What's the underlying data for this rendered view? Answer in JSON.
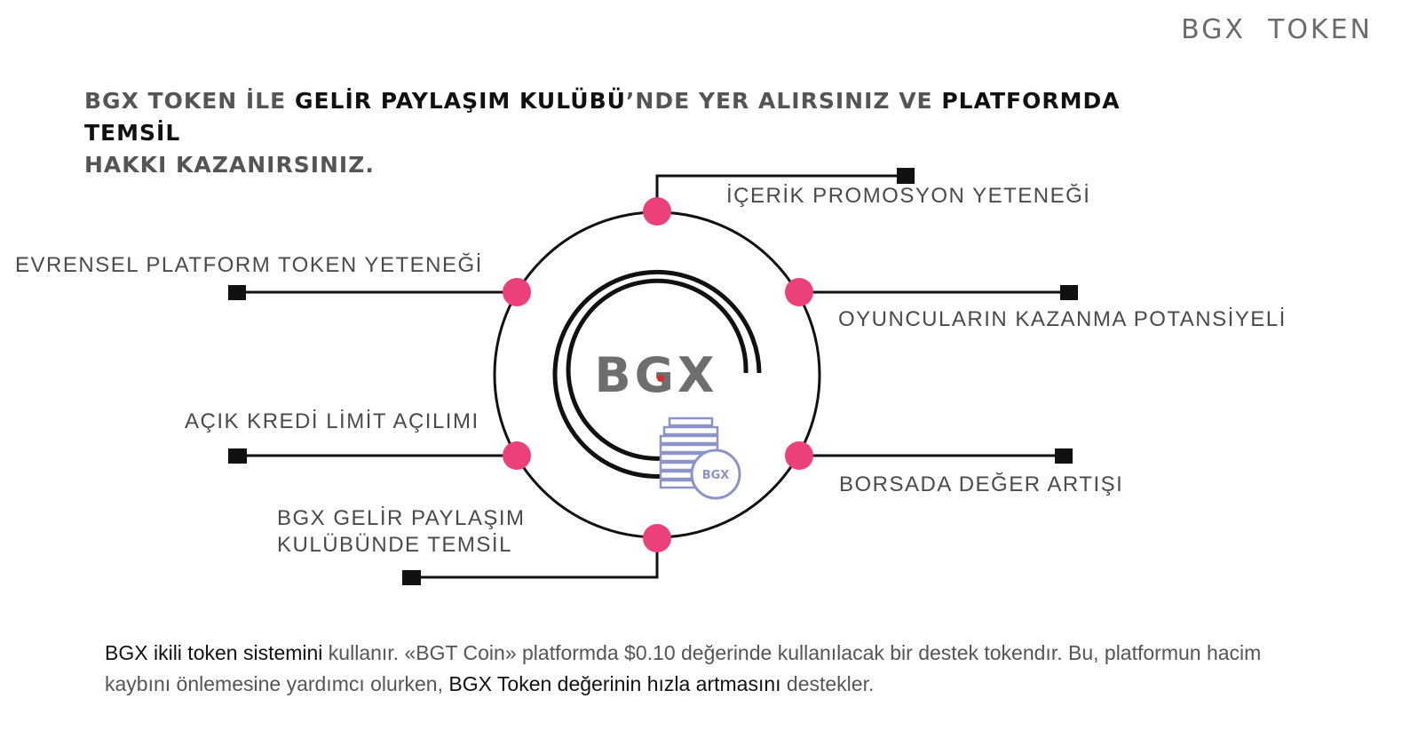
{
  "corner_title": "BGX  TOKEN",
  "headline": {
    "part1": "BGX TOKEN İLE ",
    "part2": "GELİR PAYLAŞIM KULÜBÜ",
    "part3": "’NDE YER ALIRSINIZ VE ",
    "part4": "PLATFORMDA TEMSİL",
    "part5": "HAKKI KAZANIRSINIZ."
  },
  "logo_text": "BGX",
  "coin_text": "BGX",
  "nodes": {
    "top": "İÇERİK PROMOSYON YETENEĞİ",
    "left_upper": "EVRENSEL PLATFORM TOKEN YETENEĞİ",
    "right_upper": "OYUNCULARIN KAZANMA POTANSİYELİ",
    "left_lower": "AÇIK KREDİ LİMİT AÇILIMI",
    "right_lower": "BORSADA DEĞER ARTIŞI",
    "bottom_line1": "BGX GELİR PAYLAŞIM",
    "bottom_line2": "KULÜBÜNDE TEMSİL"
  },
  "footer": {
    "s1": "BGX ",
    "s2": "ikili token sistemini",
    "s3": " kullanır. «BGT Coin» platformda $0.10 değerinde kullanılacak bir destek tokendır. Bu, platformun hacim kaybını önlemesine yardımcı olurken, ",
    "s4": "BGX Token değerinin hızla artmasını",
    "s5": " destekler."
  },
  "colors": {
    "accent_dot": "#ec407a",
    "line": "#111111",
    "text_gray": "#4a4a4a",
    "logo_gray": "#6e6e6e",
    "logo_red": "#d32f2f",
    "coin_blue": "#8b93c8"
  }
}
